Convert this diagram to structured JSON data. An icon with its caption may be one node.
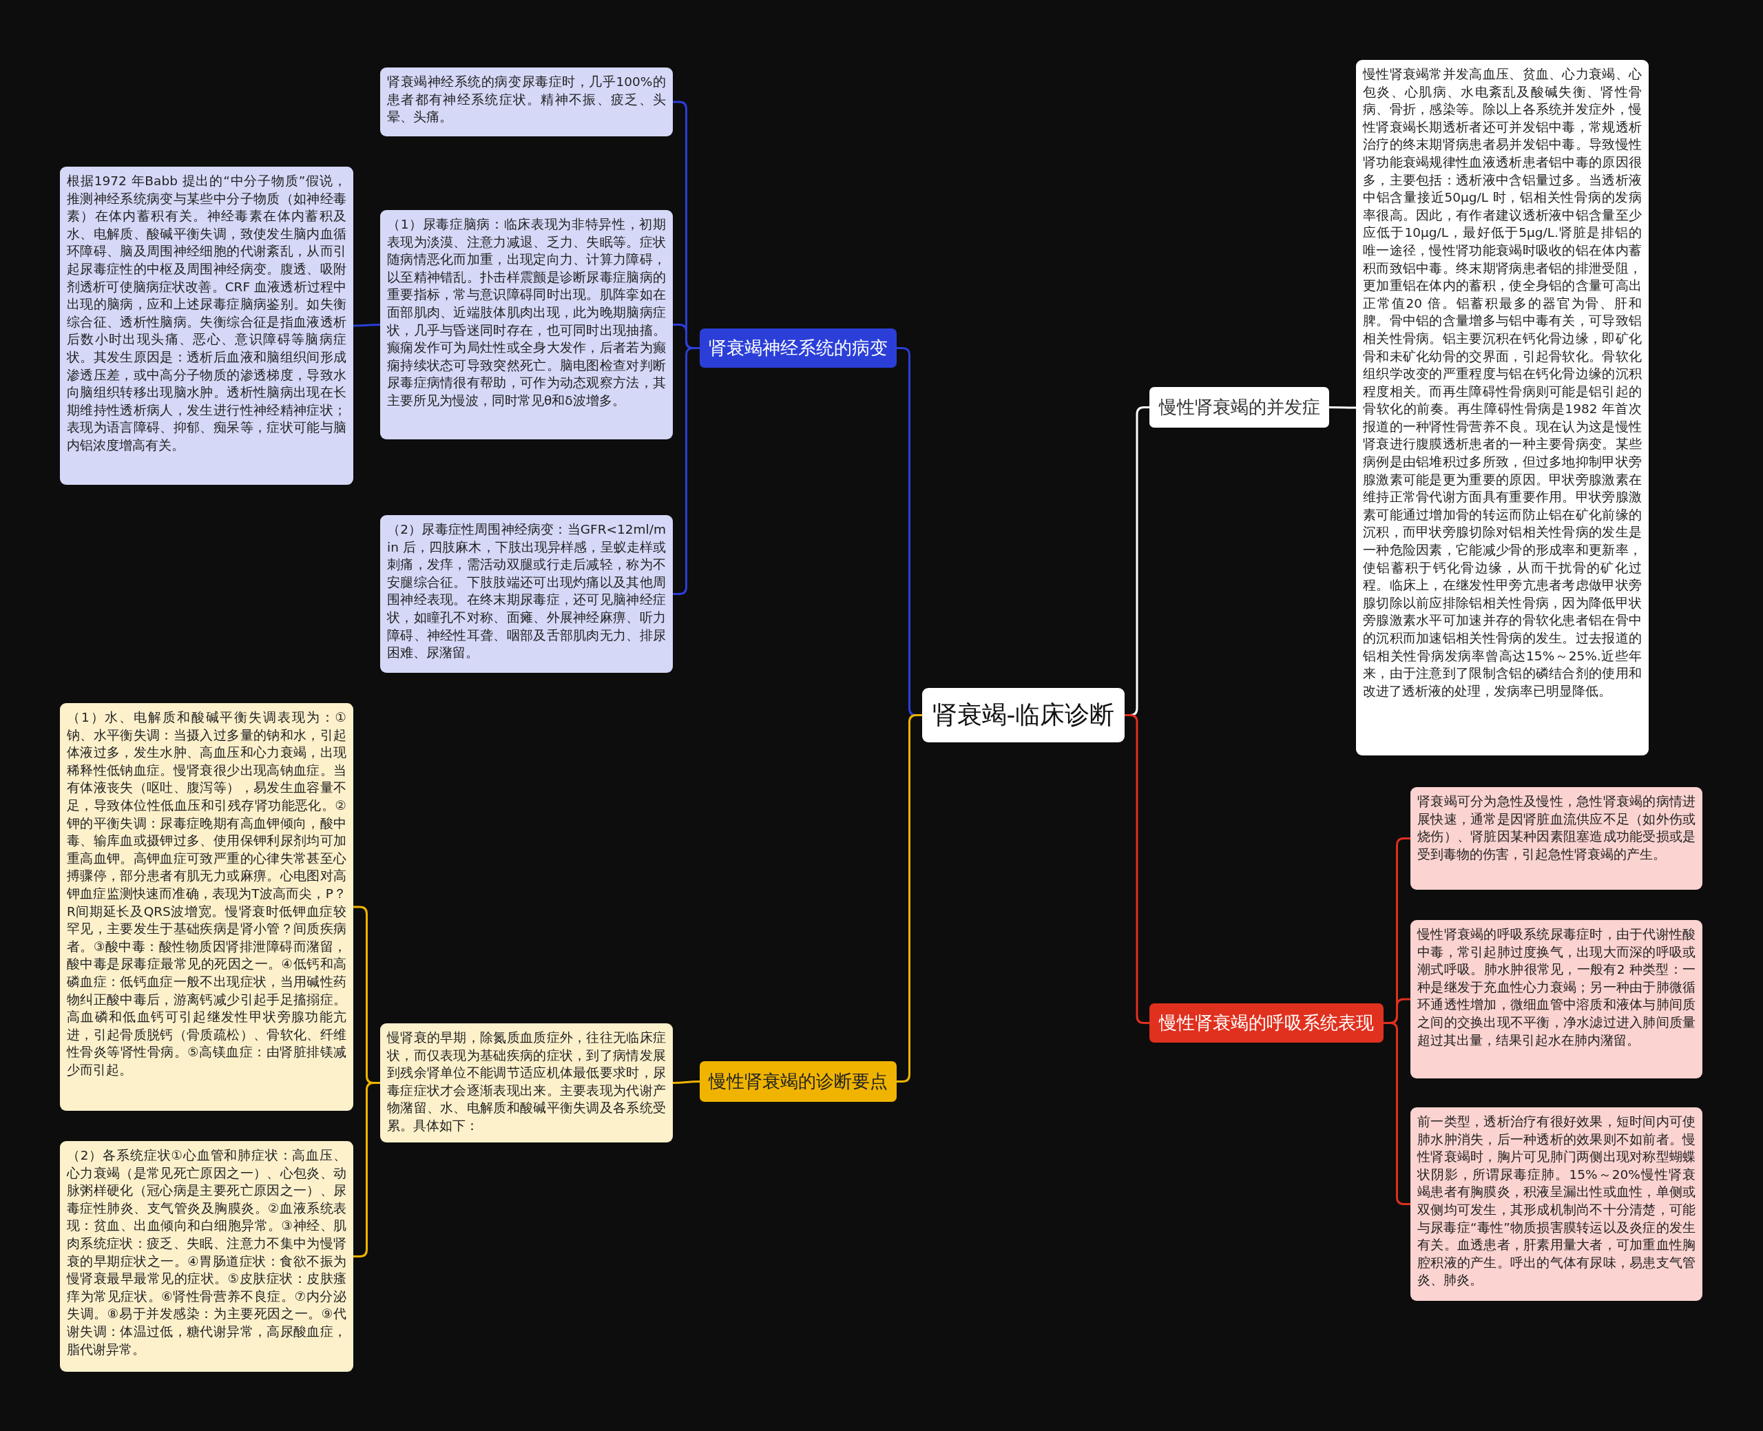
{
  "diagram": {
    "nodes": [
      {
        "text": [
          "肾衰竭-临床诊断"
        ]
      },
      {
        "text": [
          "肾衰竭神经系统的病变"
        ]
      },
      {
        "text": [
          "肾衰竭神经系统的病变尿毒症时，几乎100%的患者都有神经系统症状。精神不振、疲乏、头晕、头痛。"
        ]
      },
      {
        "text": [
          "（1）尿毒症脑病：临床表现为非特异性，初期表现为淡漠、注意力减退、乏力、失眠等。症状随病情恶化而加重，出现定向力、计算力障碍，以至精神错乱。扑击样震颤是诊断尿毒症脑病的重要指标，常与意识障碍同时出现。肌阵挛如在面部肌肉、近端肢体肌肉出现，此为晚期脑病症状，几乎与昏迷同时存在，也可同时出现抽搐。癫痫发作可为局灶性或全身大发作，后者若为癫痫持续状态可导致突然死亡。脑电图检查对判断尿毒症病情很有帮助，可作为动态观察方法，其主要所见为慢波，同时常见θ和δ波增多。"
        ]
      },
      {
        "text": [
          "根据1972 年Babb 提出的“中分子物质”假说，推测神经系统病变与某些中分子物质（如神经毒素）在体内蓄积有关。神经毒素在体内蓄积及水、电解质、酸碱平衡失调，致使发生脑内血循环障碍、脑及周围神经细胞的代谢紊乱，从而引起尿毒症性的中枢及周围神经病变。腹透、吸附剂透析可使脑病症状改善。CRF 血液透析过程中出现的脑病，应和上述尿毒症脑病鉴别。如失衡综合征、透析性脑病。失衡综合征是指血液透析后数小时出现头痛、恶心、意识障碍等脑病症状。其发生原因是：透析后血液和脑组织间形成渗透压差，或中高分子物质的渗透梯度，导致水向脑组织转移出现脑水肿。透析性脑病出现在长期维持性透析病人，发生进行性神经精神症状；表现为语言障碍、抑郁、痴呆等，症状可能与脑内铝浓度增高有关。"
        ]
      },
      {
        "text": [
          "（2）尿毒症性周围神经病变：当GFR<12ml/min 后，四肢麻木，下肢出现异样感，呈蚁走样或刺痛，发痒，需活动双腿或行走后减轻，称为不安腿综合征。下肢肢端还可出现灼痛以及其他周围神经表现。在终末期尿毒症，还可见脑神经症状，如瞳孔不对称、面瘫、外展神经麻痹、听力障碍、神经性耳聋、咽部及舌部肌肉无力、排尿困难、尿潴留。"
        ]
      },
      {
        "text": [
          "慢性肾衰竭的诊断要点"
        ]
      },
      {
        "text": [
          "慢肾衰的早期，除氮质血质症外，往往无临床症状，而仅表现为基础疾病的症状，到了病情发展到残余肾单位不能调节适应机体最低要求时，尿毒症症状才会逐渐表现出来。主要表现为代谢产物潴留、水、电解质和酸碱平衡失调及各系统受累。具体如下："
        ]
      },
      {
        "text": [
          "（1）水、电解质和酸碱平衡失调表现为：①钠、水平衡失调：当摄入过多量的钠和水，引起体液过多，发生水肿、高血压和心力衰竭，出现稀释性低钠血症。慢肾衰很少出现高钠血症。当有体液丧失（呕吐、腹泻等），易发生血容量不足，导致体位性低血压和引残存肾功能恶化。②钾的平衡失调：尿毒症晚期有高血钾倾向，酸中毒、输库血或摄钾过多、使用保钾利尿剂均可加重高血钾。高钾血症可致严重的心律失常甚至心搏骤停，部分患者有肌无力或麻痹。心电图对高钾血症监测快速而准确，表现为T波高而尖，P？R间期延长及QRS波增宽。慢肾衰时低钾血症较罕见，主要发生于基础疾病是肾小管？间质疾病者。③酸中毒：酸性物质因肾排泄障碍而潴留，酸中毒是尿毒症最常见的死因之一。④低钙和高磷血症：低钙血症一般不出现症状，当用碱性药物纠正酸中毒后，游离钙减少引起手足搐搦症。高血磷和低血钙可引起继发性甲状旁腺功能亢进，引起骨质脱钙（骨质疏松）、骨软化、纤维性骨炎等肾性骨病。⑤高镁血症：由肾脏排镁减少而引起。"
        ]
      },
      {
        "text": [
          "（2）各系统症状①心血管和肺症状：高血压、心力衰竭（是常见死亡原因之一）、心包炎、动脉粥样硬化（冠心病是主要死亡原因之一）、尿毒症性肺炎、支气管炎及胸膜炎。②血液系统表现：贫血、出血倾向和白细胞异常。③神经、肌肉系统症状：疲乏、失眠、注意力不集中为慢肾衰的早期症状之一。④胃肠道症状：食欲不振为慢肾衰最早最常见的症状。⑤皮肤症状：皮肤瘙痒为常见症状。⑥肾性骨营养不良症。⑦内分泌失调。⑧易于并发感染：为主要死因之一。⑨代谢失调：体温过低，糖代谢异常，高尿酸血症，脂代谢异常。"
        ]
      },
      {
        "text": [
          "慢性肾衰竭的并发症"
        ]
      },
      {
        "text": [
          "慢性肾衰竭常并发高血压、贫血、心力衰竭、心包炎、心肌病、水电紊乱及酸碱失衡、肾性骨病、骨折，感染等。除以上各系统并发症外，慢性肾衰竭长期透析者还可并发铝中毒，常规透析治疗的终末期肾病患者易并发铝中毒。导致慢性肾功能衰竭规律性血液透析患者铝中毒的原因很多，主要包括：透析液中含铝量过多。当透析液中铝含量接近50μg/L 时，铝相关性骨病的发病率很高。因此，有作者建议透析液中铝含量至少应低于10μg/L，最好低于5μg/L.肾脏是排铝的唯一途径，慢性肾功能衰竭时吸收的铝在体内蓄积而致铝中毒。终末期肾病患者铝的排泄受阻，更加重铝在体内的蓄积，使全身铝的含量可高出正常值20 倍。铝蓄积最多的器官为骨、肝和脾。骨中铝的含量增多与铝中毒有关，可导致铝相关性骨病。铝主要沉积在钙化骨边缘，即矿化骨和未矿化幼骨的交界面，引起骨软化。骨软化组织学改变的严重程度与铝在钙化骨边缘的沉积程度相关。而再生障碍性骨病则可能是铝引起的骨软化的前奏。再生障碍性骨病是1982 年首次报道的一种肾性骨营养不良。现在认为这是慢性肾衰进行腹膜透析患者的一种主要骨病变。某些病例是由铝堆积过多所致，但过多地抑制甲状旁腺激素可能是更为重要的原因。甲状旁腺激素在维持正常骨代谢方面具有重要作用。甲状旁腺激素可能通过增加骨的转运而防止铝在矿化前缘的沉积，而甲状旁腺切除对铝相关性骨病的发生是一种危险因素，它能减少骨的形成率和更新率，使铝蓄积于钙化骨边缘，从而干扰骨的矿化过程。临床上，在继发性甲旁亢患者考虑做甲状旁腺切除以前应排除铝相关性骨病，因为降低甲状旁腺激素水平可加速并存的骨软化患者铝在骨中的沉积而加速铝相关性骨病的发生。过去报道的铝相关性骨病发病率曾高达15%～25%.近些年来，由于注意到了限制含铝的磷结合剂的使用和改进了透析液的处理，发病率已明显降低。"
        ]
      },
      {
        "text": [
          "慢性肾衰竭的呼吸系统表现"
        ]
      },
      {
        "text": [
          "肾衰竭可分为急性及慢性，急性肾衰竭的病情进展快速，通常是因肾脏血流供应不足（如外伤或烧伤）、肾脏因某种因素阻塞造成功能受损或是受到毒物的伤害，引起急性肾衰竭的产生。"
        ]
      },
      {
        "text": [
          "慢性肾衰竭的呼吸系统尿毒症时，由于代谢性酸中毒，常引起肺过度换气，出现大而深的呼吸或潮式呼吸。肺水肿很常见，一般有2 种类型：一种是继发于充血性心力衰竭；另一种由于肺微循环通透性增加，微细血管中溶质和液体与肺间质之间的交换出现不平衡，净水滤过进入肺间质量超过其出量，结果引起水在肺内潴留。"
        ]
      },
      {
        "text": [
          "前一类型，透析治疗有很好效果，短时间内可使肺水肿消失，后一种透析的效果则不如前者。慢性肾衰竭时，胸片可见肺门两侧出现对称型蝴蝶状阴影，所谓尿毒症肺。15%～20%慢性肾衰竭患者有胸膜炎，积液呈漏出性或血性，单侧或双侧均可发生，其形成机制尚不十分清楚，可能与尿毒症“毒性”物质损害膜转运以及炎症的发生有关。血透患者，肝素用量大者，可加重血性胸腔积液的产生。呼出的气体有尿味，易患支气管炎、肺炎。"
        ]
      }
    ],
    "edges": [
      {
        "from": 0,
        "to": 1,
        "arrow": "none",
        "color": "#2b3fd8"
      },
      {
        "from": 1,
        "to": 2,
        "arrow": "none",
        "color": "#2b3fd8"
      },
      {
        "from": 1,
        "to": 3,
        "arrow": "none",
        "color": "#2b3fd8"
      },
      {
        "from": 3,
        "to": 4,
        "arrow": "none",
        "color": "#2b3fd8"
      },
      {
        "from": 1,
        "to": 5,
        "arrow": "none",
        "color": "#2b3fd8"
      },
      {
        "from": 0,
        "to": 6,
        "arrow": "none",
        "color": "#f0b400"
      },
      {
        "from": 6,
        "to": 7,
        "arrow": "none",
        "color": "#f0b400"
      },
      {
        "from": 7,
        "to": 8,
        "arrow": "none",
        "color": "#f0b400"
      },
      {
        "from": 7,
        "to": 9,
        "arrow": "none",
        "color": "#f0b400"
      },
      {
        "from": 0,
        "to": 10,
        "arrow": "none",
        "color": "#ffffff"
      },
      {
        "from": 10,
        "to": 11,
        "arrow": "none",
        "color": "#ffffff"
      },
      {
        "from": 0,
        "to": 12,
        "arrow": "none",
        "color": "#e0301e"
      },
      {
        "from": 12,
        "to": 13,
        "arrow": "none",
        "color": "#e0301e"
      },
      {
        "from": 12,
        "to": 14,
        "arrow": "none",
        "color": "#e0301e"
      },
      {
        "from": 12,
        "to": 15,
        "arrow": "none",
        "color": "#e0301e"
      }
    ]
  }
}
